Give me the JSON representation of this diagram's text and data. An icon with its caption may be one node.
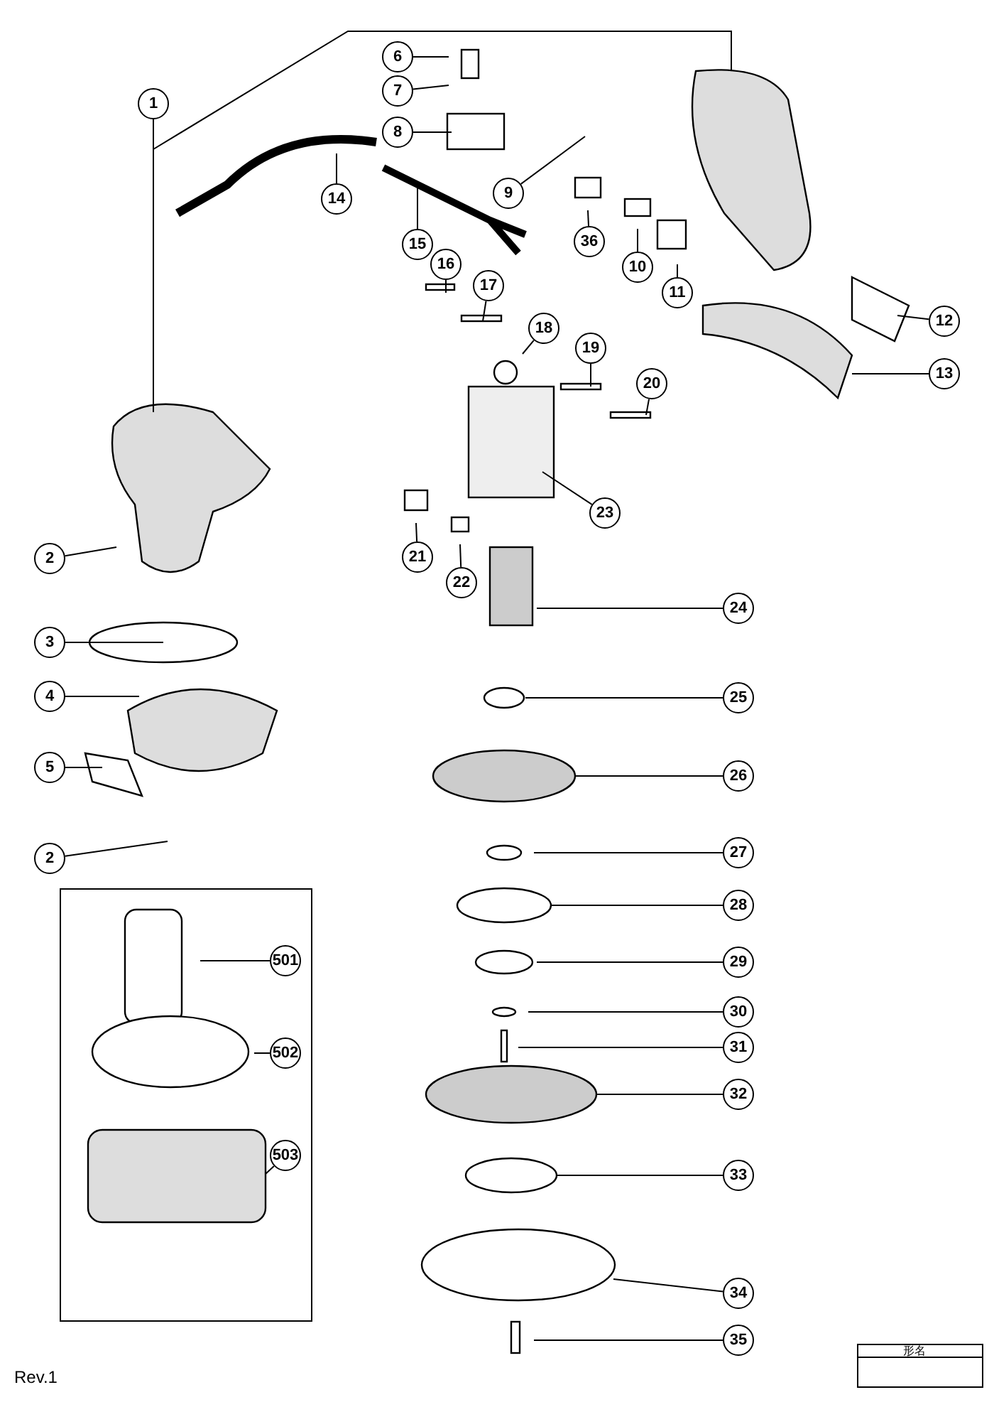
{
  "diagram": {
    "nodes": [
      {
        "text": [
          "1"
        ]
      },
      {
        "text": [
          "2"
        ]
      },
      {
        "text": [
          "3"
        ]
      },
      {
        "text": [
          "4"
        ]
      },
      {
        "text": [
          "5"
        ]
      },
      {
        "text": [
          "2"
        ]
      },
      {
        "text": [
          "6"
        ]
      },
      {
        "text": [
          "7"
        ]
      },
      {
        "text": [
          "8"
        ]
      },
      {
        "text": [
          "9"
        ]
      },
      {
        "text": [
          "36"
        ]
      },
      {
        "text": [
          "10"
        ]
      },
      {
        "text": [
          "11"
        ]
      },
      {
        "text": [
          "12"
        ]
      },
      {
        "text": [
          "13"
        ]
      },
      {
        "text": [
          "14"
        ]
      },
      {
        "text": [
          "15"
        ]
      },
      {
        "text": [
          "16"
        ]
      },
      {
        "text": [
          "17"
        ]
      },
      {
        "text": [
          "18"
        ]
      },
      {
        "text": [
          "19"
        ]
      },
      {
        "text": [
          "20"
        ]
      },
      {
        "text": [
          "21"
        ]
      },
      {
        "text": [
          "22"
        ]
      },
      {
        "text": [
          "23"
        ]
      },
      {
        "text": [
          "24"
        ]
      },
      {
        "text": [
          "25"
        ]
      },
      {
        "text": [
          "26"
        ]
      },
      {
        "text": [
          "27"
        ]
      },
      {
        "text": [
          "28"
        ]
      },
      {
        "text": [
          "29"
        ]
      },
      {
        "text": [
          "30"
        ]
      },
      {
        "text": [
          "31"
        ]
      },
      {
        "text": [
          "32"
        ]
      },
      {
        "text": [
          "33"
        ]
      },
      {
        "text": [
          "34"
        ]
      },
      {
        "text": [
          "35"
        ]
      },
      {
        "text": [],
        "shape": "box"
      },
      {
        "text": [
          "501"
        ],
        "in": 37
      },
      {
        "text": [
          "502"
        ],
        "in": 37
      },
      {
        "text": [
          "503"
        ],
        "in": 37
      }
    ],
    "edges": [
      {
        "from": 0,
        "to": null,
        "arrow": "none"
      },
      {
        "from": 1,
        "to": null,
        "arrow": "none"
      },
      {
        "from": 2,
        "to": null,
        "arrow": "none"
      },
      {
        "from": 3,
        "to": null,
        "arrow": "none"
      },
      {
        "from": 4,
        "to": null,
        "arrow": "none"
      },
      {
        "from": 5,
        "to": null,
        "arrow": "none"
      },
      {
        "from": 6,
        "to": null,
        "arrow": "none"
      },
      {
        "from": 7,
        "to": null,
        "arrow": "none"
      },
      {
        "from": 8,
        "to": null,
        "arrow": "none"
      },
      {
        "from": 9,
        "to": null,
        "arrow": "none"
      },
      {
        "from": 10,
        "to": null,
        "arrow": "none"
      },
      {
        "from": 11,
        "to": null,
        "arrow": "none"
      },
      {
        "from": 12,
        "to": null,
        "arrow": "none"
      },
      {
        "from": 13,
        "to": null,
        "arrow": "none"
      },
      {
        "from": 14,
        "to": null,
        "arrow": "none"
      },
      {
        "from": 15,
        "to": null,
        "arrow": "none"
      },
      {
        "from": 16,
        "to": null,
        "arrow": "none"
      },
      {
        "from": 17,
        "to": null,
        "arrow": "none"
      },
      {
        "from": 18,
        "to": null,
        "arrow": "none"
      },
      {
        "from": 19,
        "to": null,
        "arrow": "none"
      },
      {
        "from": 20,
        "to": null,
        "arrow": "none"
      },
      {
        "from": 21,
        "to": null,
        "arrow": "none"
      },
      {
        "from": 22,
        "to": null,
        "arrow": "none"
      },
      {
        "from": 23,
        "to": null,
        "arrow": "none"
      },
      {
        "from": 24,
        "to": null,
        "arrow": "none"
      },
      {
        "from": 25,
        "to": null,
        "arrow": "none"
      },
      {
        "from": 26,
        "to": null,
        "arrow": "none"
      },
      {
        "from": 27,
        "to": null,
        "arrow": "none"
      },
      {
        "from": 28,
        "to": null,
        "arrow": "none"
      },
      {
        "from": 29,
        "to": null,
        "arrow": "none"
      },
      {
        "from": 30,
        "to": null,
        "arrow": "none"
      },
      {
        "from": 31,
        "to": null,
        "arrow": "none"
      },
      {
        "from": 32,
        "to": null,
        "arrow": "none"
      },
      {
        "from": 33,
        "to": null,
        "arrow": "none"
      },
      {
        "from": 34,
        "to": null,
        "arrow": "none"
      },
      {
        "from": 35,
        "to": null,
        "arrow": "none"
      },
      {
        "from": 36,
        "to": null,
        "arrow": "none"
      },
      {
        "from": 38,
        "to": null,
        "arrow": "none"
      },
      {
        "from": 39,
        "to": null,
        "arrow": "none"
      },
      {
        "from": 40,
        "to": null,
        "arrow": "none"
      }
    ],
    "labels": [
      "形名",
      "Rev.1"
    ]
  }
}
